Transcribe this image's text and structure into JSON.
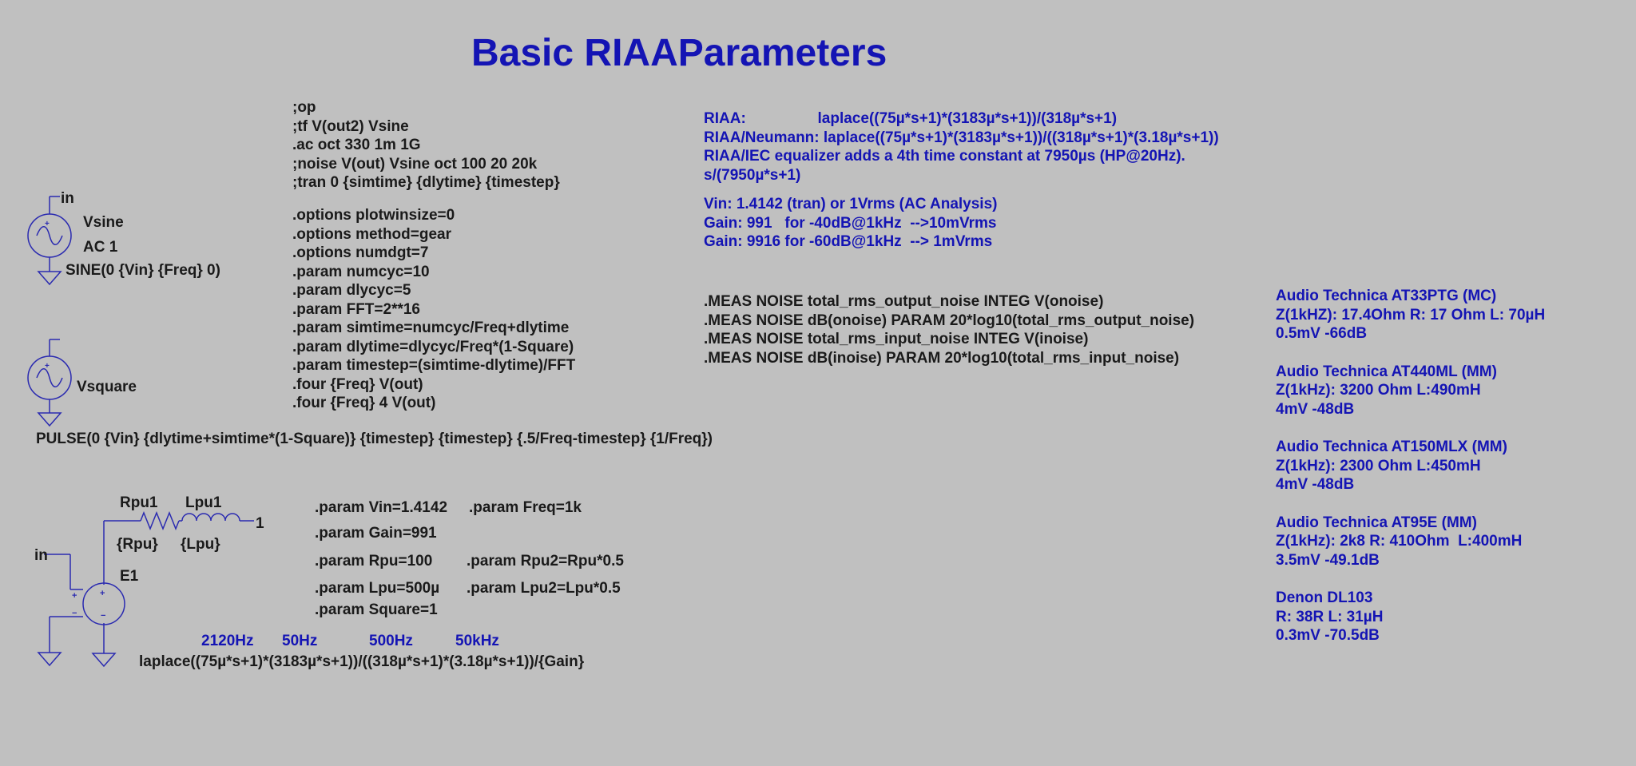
{
  "title": "Basic RIAAParameters",
  "directives": [
    ";op",
    ";tf V(out2) Vsine",
    ".ac oct 330 1m 1G",
    ";noise V(out) Vsine oct 100 20 20k",
    ";tran 0 {simtime} {dlytime} {timestep}"
  ],
  "options": [
    ".options plotwinsize=0",
    ".options method=gear",
    ".options numdgt=7",
    ".param numcyc=10",
    ".param dlycyc=5",
    ".param FFT=2**16",
    ".param simtime=numcyc/Freq+dlytime",
    ".param dlytime=dlycyc/Freq*(1-Square)",
    ".param timestep=(simtime-dlytime)/FFT",
    ".four {Freq} V(out)",
    ".four {Freq} 4 V(out)"
  ],
  "riaa_notes": [
    "RIAA:                 laplace((75µ*s+1)*(3183µ*s+1))/(318µ*s+1)",
    "RIAA/Neumann: laplace((75µ*s+1)*(3183µ*s+1))/((318µ*s+1)*(3.18µ*s+1))",
    "RIAA/IEC equalizer adds a 4th time constant at 7950µs (HP@20Hz).",
    "s/(7950µ*s+1)"
  ],
  "gain_notes": [
    "Vin: 1.4142 (tran) or 1Vrms (AC Analysis)",
    "Gain: 991   for -40dB@1kHz  -->10mVrms",
    "Gain: 9916 for -60dB@1kHz  --> 1mVrms"
  ],
  "meas": [
    ".MEAS NOISE total_rms_output_noise INTEG V(onoise)",
    ".MEAS NOISE dB(onoise) PARAM 20*log10(total_rms_output_noise)",
    ".MEAS NOISE total_rms_input_noise INTEG V(inoise)",
    ".MEAS NOISE dB(inoise) PARAM 20*log10(total_rms_input_noise)"
  ],
  "cartridges": [
    {
      "name": "Audio Technica AT33PTG (MC)",
      "z": "Z(1kHZ): 17.4Ohm R: 17 Ohm L: 70µH",
      "level": "0.5mV -66dB"
    },
    {
      "name": "Audio Technica AT440ML (MM)",
      "z": "Z(1kHz): 3200 Ohm L:490mH",
      "level": "4mV -48dB"
    },
    {
      "name": "Audio Technica AT150MLX (MM)",
      "z": "Z(1kHz): 2300 Ohm L:450mH",
      "level": "4mV -48dB"
    },
    {
      "name": "Audio Technica AT95E (MM)",
      "z": "Z(1kHz): 2k8 R: 410Ohm  L:400mH",
      "level": "3.5mV -49.1dB"
    },
    {
      "name": "Denon DL103",
      "z": "R: 38R L: 31µH",
      "level": "0.3mV -70.5dB"
    }
  ],
  "schematic": {
    "vsine": {
      "net": "in",
      "name": "Vsine",
      "ac": "AC 1",
      "value": "SINE(0 {Vin} {Freq} 0)"
    },
    "vsquare": {
      "name": "Vsquare"
    },
    "pulse": "PULSE(0 {Vin} {dlytime+simtime*(1-Square)} {timestep} {timestep} {.5/Freq-timestep} {1/Freq})",
    "rpu1": {
      "name": "Rpu1",
      "value": "{Rpu}"
    },
    "lpu1": {
      "name": "Lpu1",
      "value": "{Lpu}"
    },
    "node1": "1",
    "e1": {
      "name": "E1",
      "net": "in"
    },
    "freqs": [
      "2120Hz",
      "50Hz",
      "500Hz",
      "50kHz"
    ],
    "laplace": "laplace((75µ*s+1)*(3183µ*s+1))/((318µ*s+1)*(3.18µ*s+1))/{Gain}"
  },
  "params": [
    ".param Vin=1.4142",
    ".param Freq=1k",
    ".param Gain=991",
    ".param Rpu=100",
    ".param Rpu2=Rpu*0.5",
    ".param Lpu=500µ",
    ".param Lpu2=Lpu*0.5",
    ".param Square=1"
  ],
  "colors": {
    "background": "#c0c0c0",
    "comment": "#1414b4",
    "wire": "#2a2ab0",
    "text": "#1a1a1a"
  }
}
